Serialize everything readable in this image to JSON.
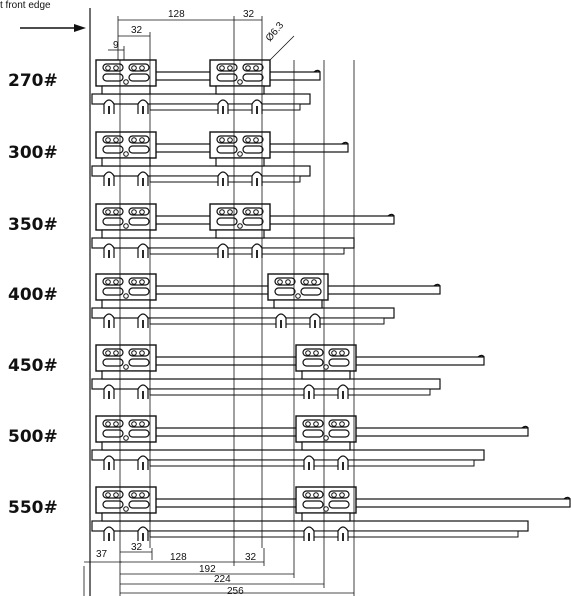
{
  "header": {
    "front_edge_label": "t front edge"
  },
  "top_dims": {
    "d128": "128",
    "d32": "32",
    "d32b": "32",
    "d9": "9",
    "hole": "Ø6.3"
  },
  "bottom_dims": {
    "d37": "37",
    "d32": "32",
    "d128": "128",
    "d32b": "32",
    "d192": "192",
    "d224": "224",
    "d256": "256"
  },
  "rows": [
    {
      "label": "270#",
      "rear_bracket_pos": "128"
    },
    {
      "label": "300#",
      "rear_bracket_pos": "128"
    },
    {
      "label": "350#",
      "rear_bracket_pos": "128"
    },
    {
      "label": "400#",
      "rear_bracket_pos": "192"
    },
    {
      "label": "450#",
      "rear_bracket_pos": "224"
    },
    {
      "label": "500#",
      "rear_bracket_pos": "224"
    },
    {
      "label": "550#",
      "rear_bracket_pos": "224"
    }
  ]
}
